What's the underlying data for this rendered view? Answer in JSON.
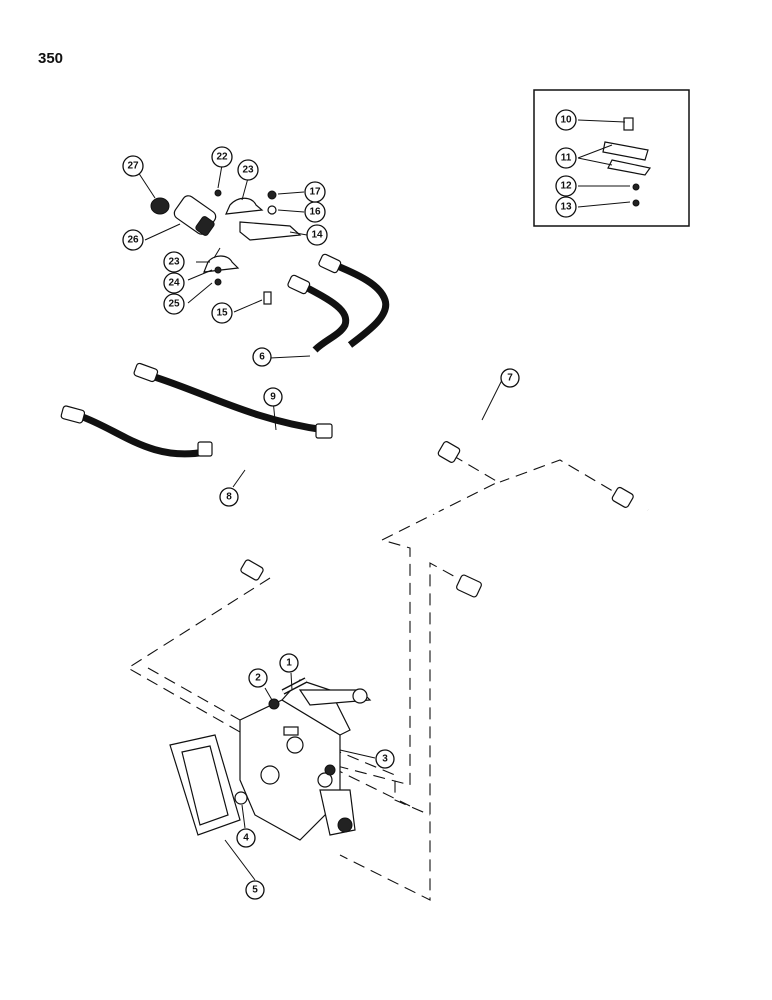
{
  "page": {
    "number": "350"
  },
  "callouts": {
    "c1": "1",
    "c2": "2",
    "c3": "3",
    "c4": "4",
    "c5": "5",
    "c6": "6",
    "c7": "7",
    "c8": "8",
    "c9": "9",
    "c10": "10",
    "c11": "11",
    "c12": "12",
    "c13": "13",
    "c14": "14",
    "c15": "15",
    "c16": "16",
    "c17": "17",
    "c22": "22",
    "c23a": "23",
    "c23b": "23",
    "c24": "24",
    "c25": "25",
    "c26": "26",
    "c27": "27"
  }
}
